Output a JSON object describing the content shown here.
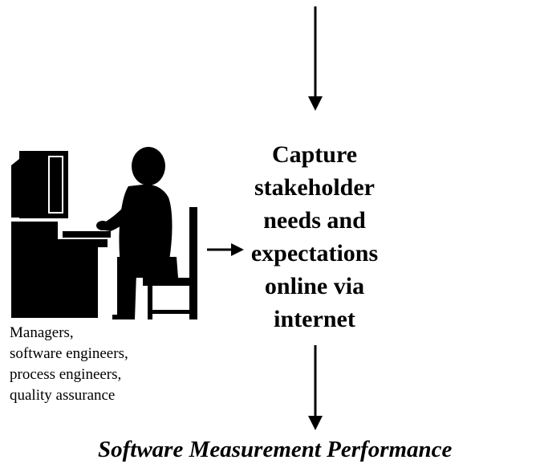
{
  "diagram": {
    "process_lines": [
      "Capture",
      "stakeholder",
      "needs and",
      "expectations",
      "online via",
      "internet"
    ],
    "stakeholder_lines": [
      "Managers,",
      "software engineers,",
      "process engineers,",
      "quality assurance"
    ],
    "output_label": "Software Measurement Performance",
    "icons": [
      "person-at-computer-icon"
    ],
    "colors": {
      "ink": "#000000",
      "background": "#ffffff"
    }
  }
}
